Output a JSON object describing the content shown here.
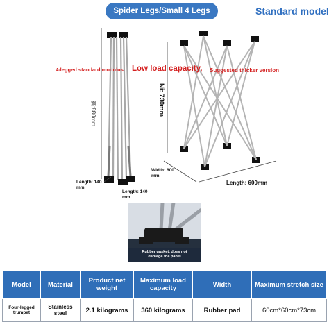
{
  "header": {
    "pill_label": "Spider Legs/Small 4 Legs",
    "model_label": "Standard model"
  },
  "annotations": {
    "modulus_note": "4-legged standard modulus",
    "low_load": "Low load capacity,",
    "suggest": "Suggested thicker version",
    "height_left": "高:880mm",
    "height_right": "Ni: 730mm",
    "length_a_1": "Length: 140",
    "length_a_2": "mm",
    "length_b_1": "Length: 140",
    "length_b_2": "mm",
    "width_1": "Width: 600",
    "width_2": "mm",
    "length_600": "Length: 600mm"
  },
  "inset": {
    "caption_1": "Rubber gasket, does not",
    "caption_2": "damage the panel"
  },
  "spec_table": {
    "headers": [
      "Model",
      "Material",
      "Product net weight",
      "Maximum load capacity",
      "Width",
      "Maximum stretch size"
    ],
    "row": [
      "Four-legged trumpet",
      "Stainless steel",
      "2.1 kilograms",
      "360 kilograms",
      "Rubber pad",
      "60cm*60cm*73cm"
    ]
  },
  "colors": {
    "accent_blue": "#3a78c2",
    "model_blue": "#2f6fc0",
    "alert_red": "#d42020",
    "table_header": "#2f6eb8"
  }
}
